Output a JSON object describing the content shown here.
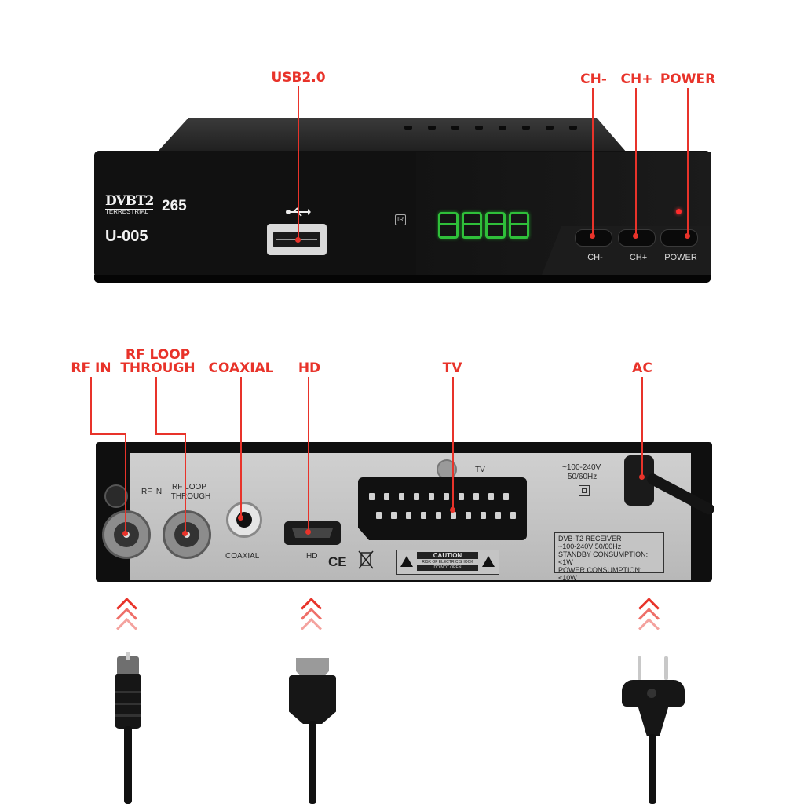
{
  "front": {
    "callouts": {
      "usb": "USB2.0",
      "ch_minus": "CH-",
      "ch_plus": "CH+",
      "power": "POWER"
    },
    "brand_logo": "DVBT2",
    "brand_sub": "TERRESTRIAL",
    "codec": "265",
    "model": "U-005",
    "ir_label": "IR",
    "display_icon": "usb-icon",
    "buttons": {
      "ch_minus": "CH-",
      "ch_plus": "CH+",
      "power": "POWER"
    },
    "colors": {
      "accent": "#e8332a",
      "led": "#2fbf3a",
      "body": "#111111"
    }
  },
  "back": {
    "callouts": {
      "rf_in": "RF IN",
      "rf_loop": "RF LOOP",
      "rf_loop_2": "THROUGH",
      "coaxial": "COAXIAL",
      "hd": "HD",
      "tv": "TV",
      "ac": "AC"
    },
    "panel": {
      "rf_in": "RF IN",
      "rf_loop": "RF LOOP",
      "rf_loop_2": "THROUGH",
      "coaxial": "COAXIAL",
      "hd": "HD",
      "tv": "TV",
      "voltage": "~100-240V",
      "freq": "50/60Hz",
      "ce": "CE",
      "caution": "CAUTION",
      "caution_sub1": "RISK OF ELECTRIC SHOCK",
      "caution_sub2": "DO NOT OPEN",
      "label_lines": [
        "DVB-T2 RECEIVER",
        "~100-240V 50/60Hz",
        "STANDBY CONSUMPTION:<1W",
        "POWER CONSUMPTION:<10W"
      ]
    }
  },
  "plugs": [
    "antenna-plug-icon",
    "hdmi-plug-icon",
    "power-plug-icon"
  ]
}
